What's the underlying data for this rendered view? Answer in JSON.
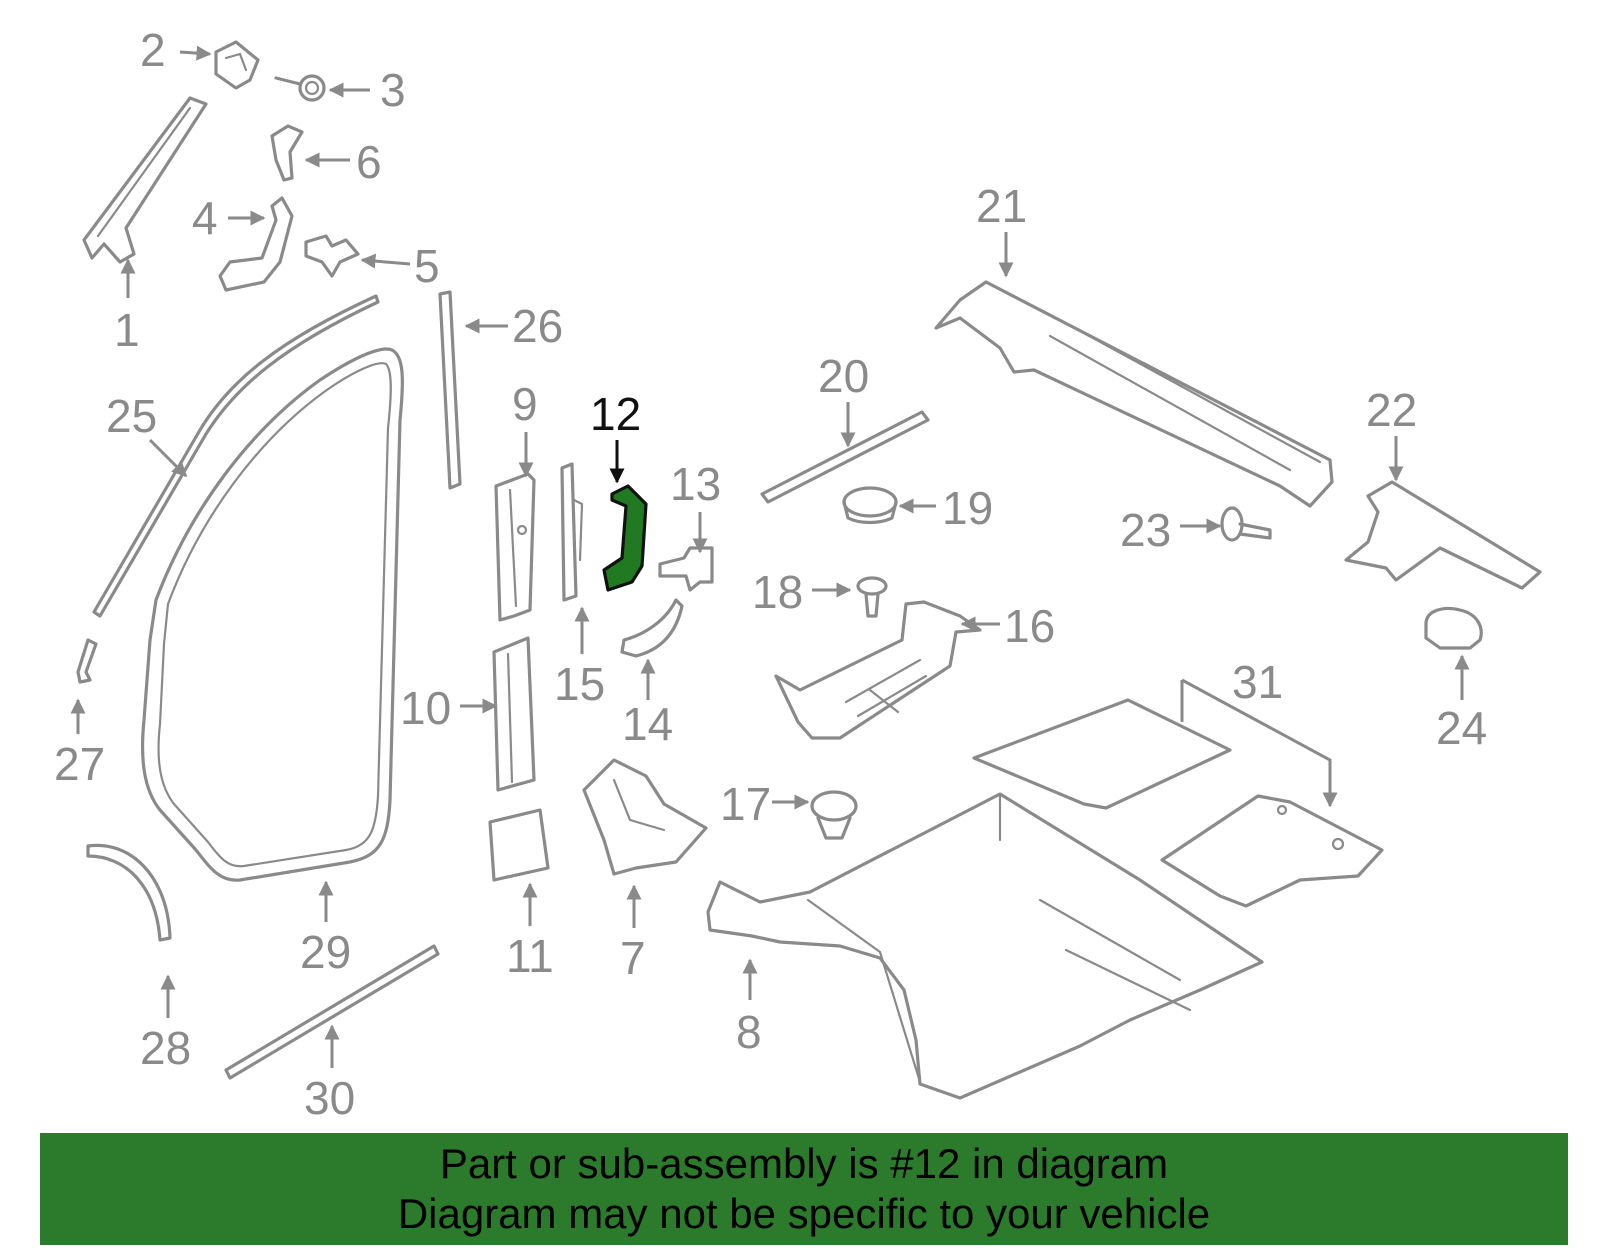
{
  "highlighted_part": "12",
  "callouts": [
    "1",
    "2",
    "3",
    "4",
    "5",
    "6",
    "7",
    "8",
    "9",
    "10",
    "11",
    "12",
    "13",
    "14",
    "15",
    "16",
    "17",
    "18",
    "19",
    "20",
    "21",
    "22",
    "23",
    "24",
    "25",
    "26",
    "27",
    "28",
    "29",
    "30",
    "31"
  ],
  "colors": {
    "highlight": "#217a21",
    "banner": "#2c7a2c",
    "line": "#8a8a8a",
    "label_highlight": "#111111"
  },
  "footer": {
    "line1": "Part or sub-assembly is #12 in diagram",
    "line2": "Diagram may not be specific to your vehicle"
  }
}
